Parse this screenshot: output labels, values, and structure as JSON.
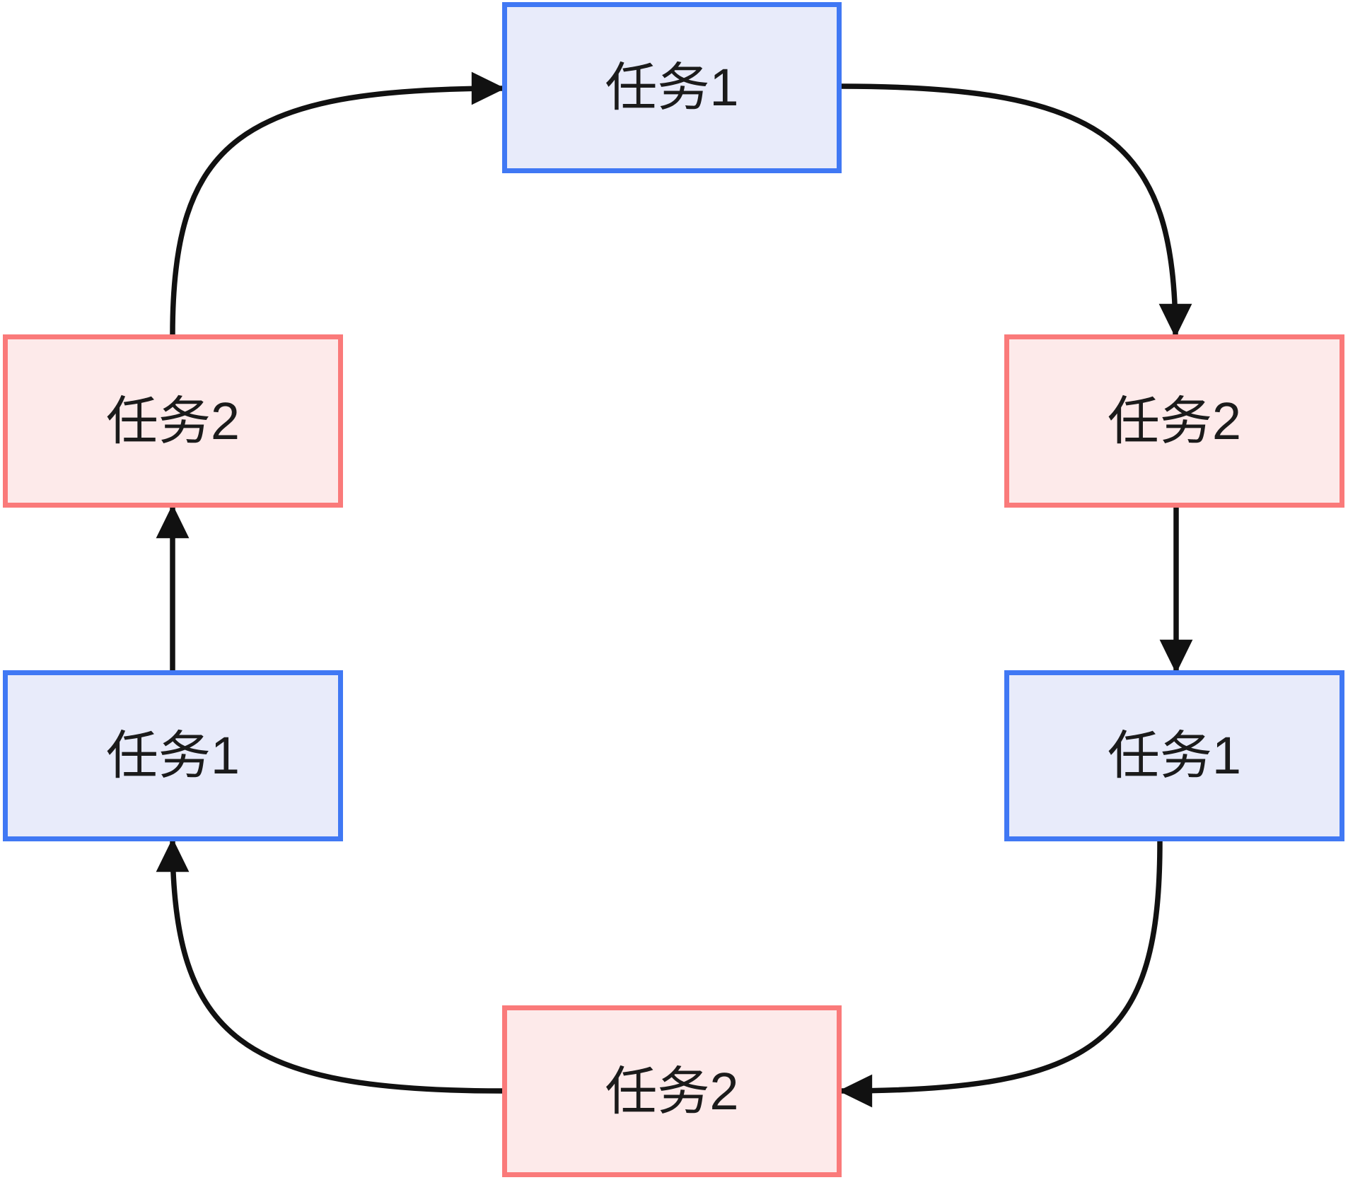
{
  "diagram": {
    "type": "flowchart-cycle",
    "background_color": "#ffffff",
    "palette": {
      "blue_fill": "#e8ebfa",
      "blue_stroke": "#4078f4",
      "red_fill": "#fdeaea",
      "red_stroke": "#fa7a7a",
      "edge_stroke": "#111111",
      "text_color": "#1b1b1b"
    },
    "nodes": [
      {
        "id": "top",
        "label": "任务1",
        "style": "blue",
        "position": "top-center"
      },
      {
        "id": "right-top",
        "label": "任务2",
        "style": "red",
        "position": "right-upper"
      },
      {
        "id": "right-bot",
        "label": "任务1",
        "style": "blue",
        "position": "right-lower"
      },
      {
        "id": "bottom",
        "label": "任务2",
        "style": "red",
        "position": "bottom-center"
      },
      {
        "id": "left-bot",
        "label": "任务1",
        "style": "blue",
        "position": "left-lower"
      },
      {
        "id": "left-top",
        "label": "任务2",
        "style": "red",
        "position": "left-upper"
      }
    ],
    "edges": [
      {
        "id": "e1",
        "from": "left-top",
        "to": "top",
        "shape": "curve",
        "direction": "up-right"
      },
      {
        "id": "e2",
        "from": "top",
        "to": "right-top",
        "shape": "curve",
        "direction": "right-down"
      },
      {
        "id": "e3",
        "from": "right-top",
        "to": "right-bot",
        "shape": "straight",
        "direction": "down"
      },
      {
        "id": "e4",
        "from": "right-bot",
        "to": "bottom",
        "shape": "curve",
        "direction": "down-left"
      },
      {
        "id": "e5",
        "from": "bottom",
        "to": "left-bot",
        "shape": "curve",
        "direction": "left-up"
      },
      {
        "id": "e6",
        "from": "left-bot",
        "to": "left-top",
        "shape": "straight",
        "direction": "up"
      }
    ]
  }
}
